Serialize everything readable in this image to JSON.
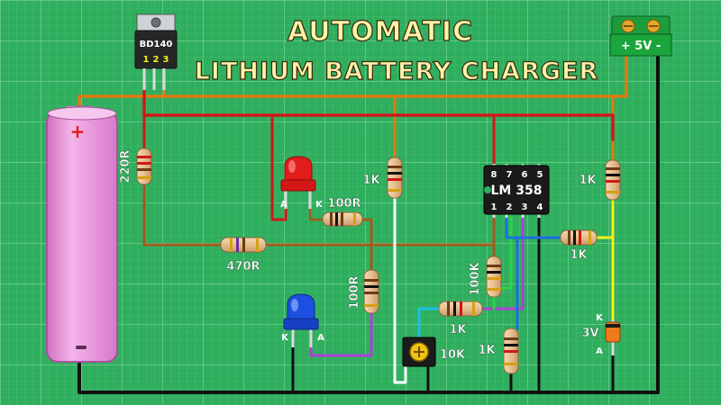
{
  "title": {
    "line1": "AUTOMATIC",
    "line2": "LITHIUM BATTERY CHARGER"
  },
  "components": {
    "transistor": "BD140",
    "transistor_pins": [
      "1",
      "2",
      "3"
    ],
    "ic": "LM 358",
    "ic_pins_top": [
      "8",
      "7",
      "6",
      "5"
    ],
    "ic_pins_bottom": [
      "1",
      "2",
      "3",
      "4"
    ],
    "power_terminal": "+ 5V -",
    "battery_polarity": "+",
    "r_220": "220R",
    "r_470": "470R",
    "r_100_top": "100R",
    "r_100_left": "100R",
    "r_1k_left": "1K",
    "r_1k_right_top": "1K",
    "r_1k_middle": "1K",
    "r_1k_right": "1K",
    "r_1k_bottom": "1K",
    "r_100k": "100K",
    "pot_10k": "10K",
    "zener_3v": "3V",
    "red_led_a": "A",
    "red_led_k": "K",
    "blue_led_k": "K",
    "blue_led_a": "A",
    "zener_k": "K",
    "zener_a": "A"
  },
  "colors": {
    "background": "#2fae5e",
    "wire_red": "#d01818",
    "wire_orange": "#e07a10",
    "wire_brown": "#a45a1e",
    "wire_black": "#111111",
    "wire_white": "#ffffff",
    "wire_yellow": "#f2f21a",
    "wire_blue": "#1e6fe0",
    "wire_purple": "#b040d8",
    "wire_green": "#2bd44a",
    "wire_cyan": "#19c0e8",
    "battery": "#e98fd6",
    "led_red": "#e21b1b",
    "led_blue": "#1d4fe0"
  }
}
